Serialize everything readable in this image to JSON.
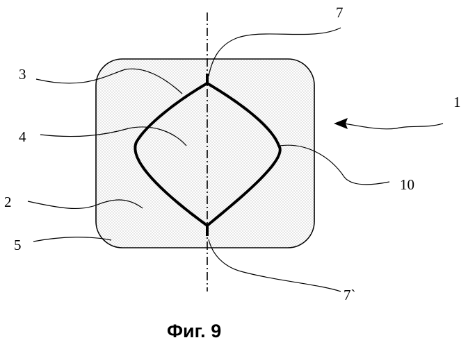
{
  "figure": {
    "caption": "Фиг. 9",
    "labels": {
      "ref_1": "1",
      "ref_2": "2",
      "ref_3": "3",
      "ref_4": "4",
      "ref_5": "5",
      "ref_7": "7",
      "ref_7_prime": "7`",
      "ref_10": "10"
    },
    "colors": {
      "stroke": "#000000",
      "fill_dots": "#8a8a8a",
      "background": "#ffffff"
    }
  }
}
